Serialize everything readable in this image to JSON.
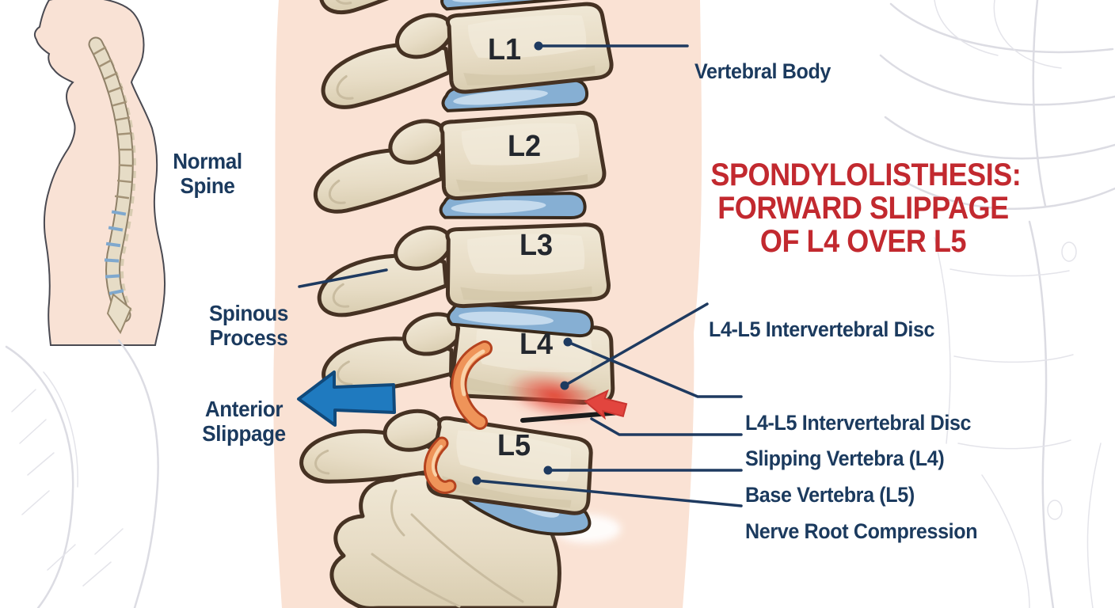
{
  "colors": {
    "label_navy": "#1B3A5E",
    "title_red": "#C2292F",
    "leader_line": "#1E3A60",
    "arrow_blue": "#1F7ABF",
    "arrow_blue_stroke": "#10497B",
    "bone_tan": "#E8DEC9",
    "bone_outline": "#463223",
    "disc_blue": "#86AFD3",
    "disc_highlight": "#C7DCEE",
    "nerve_orange": "#EF9459",
    "compression_red": "#E2453E",
    "background_band": "#FAE2D4"
  },
  "left_panel": {
    "figure_caption": "Normal\nSpine"
  },
  "main_diagram": {
    "title": "SPONDYLOLISTHESIS:\nFORWARD SLIPPAGE\nOF L4 OVER L5",
    "vertebra_labels": [
      "L1",
      "L2",
      "L3",
      "L4",
      "L5"
    ],
    "annotation_top_right": "Vertebral Body",
    "annotations_left": {
      "spinous_process": "Spinous\nProcess",
      "anterior_slippage": "Anterior\nSlippage"
    },
    "annotations_right": [
      "L4-L5 Intervertebral Disc",
      "L4-L5 Intervertebral Disc",
      "Slipping Vertebra (L4)",
      "Base Vertebra (L5)",
      "Nerve Root Compression"
    ]
  }
}
